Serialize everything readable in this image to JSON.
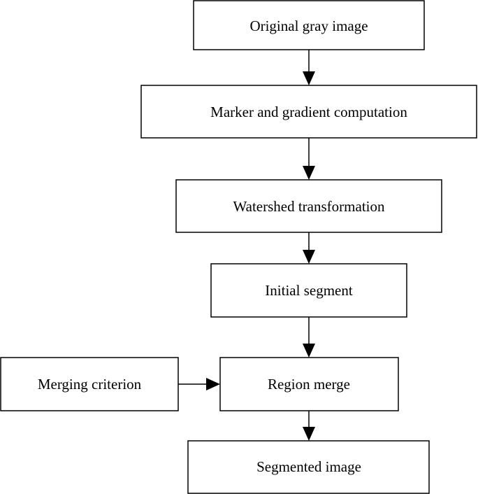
{
  "diagram": {
    "type": "flowchart",
    "nodes": {
      "original": "Original gray image",
      "marker": "Marker and gradient computation",
      "watershed": "Watershed transformation",
      "initial": "Initial segment",
      "merge": "Region merge",
      "criterion": "Merging criterion",
      "segmented": "Segmented image"
    },
    "edges": [
      [
        "original",
        "marker"
      ],
      [
        "marker",
        "watershed"
      ],
      [
        "watershed",
        "initial"
      ],
      [
        "initial",
        "merge"
      ],
      [
        "criterion",
        "merge"
      ],
      [
        "merge",
        "segmented"
      ]
    ]
  }
}
